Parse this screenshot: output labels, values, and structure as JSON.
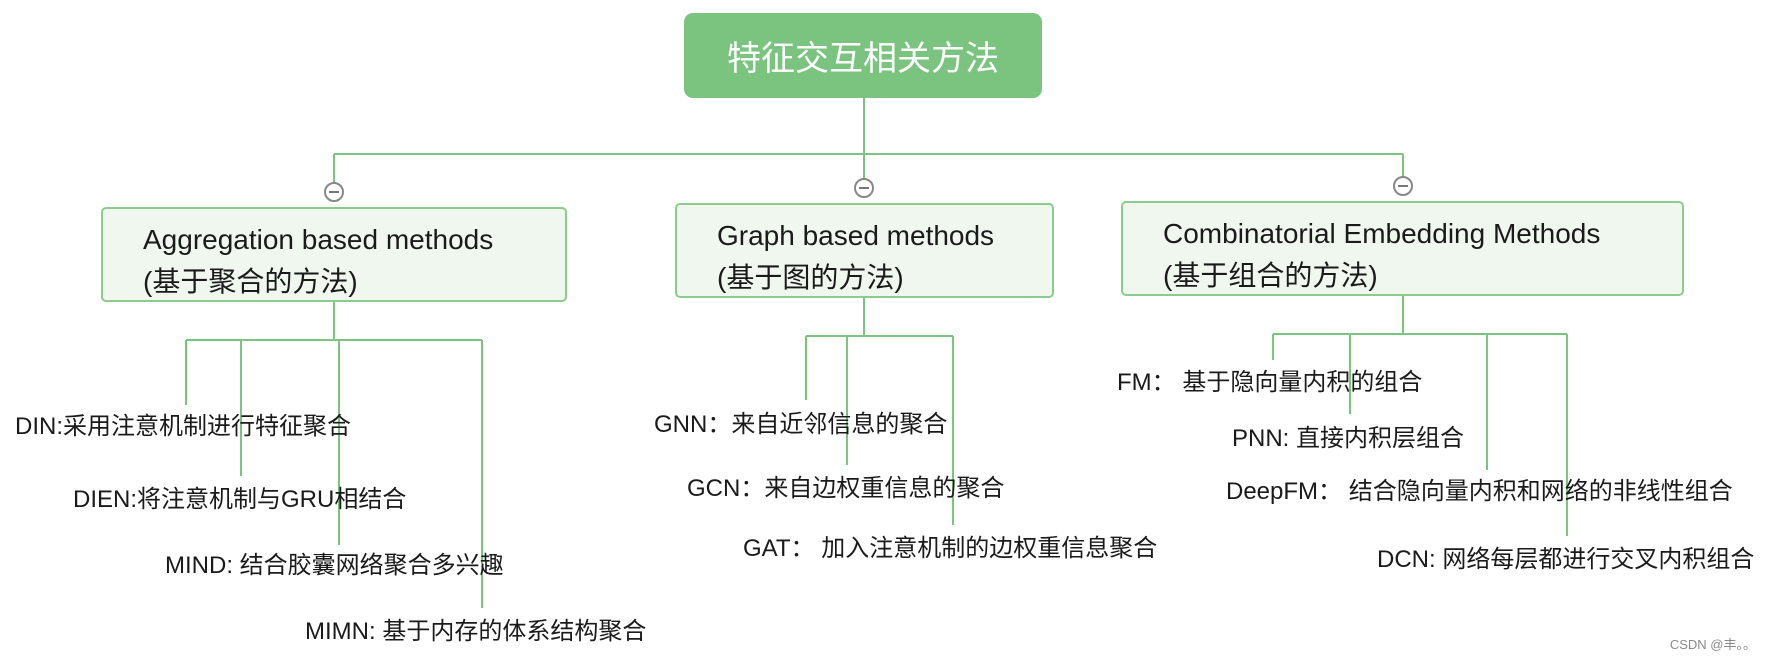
{
  "root": {
    "title": "特征交互相关方法"
  },
  "categories": [
    {
      "title": "Aggregation based methods",
      "subtitle": "(基于聚合的方法)",
      "items": [
        "DIN:采用注意机制进行特征聚合",
        "DIEN:将注意机制与GRU相结合",
        "MIND: 结合胶囊网络聚合多兴趣",
        "MIMN: 基于内存的体系结构聚合"
      ]
    },
    {
      "title": "Graph based methods",
      "subtitle": "(基于图的方法)",
      "items": [
        "GNN：来自近邻信息的聚合",
        "GCN：来自边权重信息的聚合",
        "GAT： 加入注意机制的边权重信息聚合"
      ]
    },
    {
      "title": "Combinatorial Embedding Methods",
      "subtitle": "(基于组合的方法)",
      "items": [
        "FM： 基于隐向量内积的组合",
        "PNN: 直接内积层组合",
        "DeepFM：  结合隐向量内积和网络的非线性组合",
        "DCN: 网络每层都进行交叉内积组合"
      ]
    }
  ],
  "watermark": "CSDN @丰。。",
  "colors": {
    "root_fill": "#7bc47f",
    "box_fill": "#eff7ee",
    "line": "#7bc47f"
  }
}
